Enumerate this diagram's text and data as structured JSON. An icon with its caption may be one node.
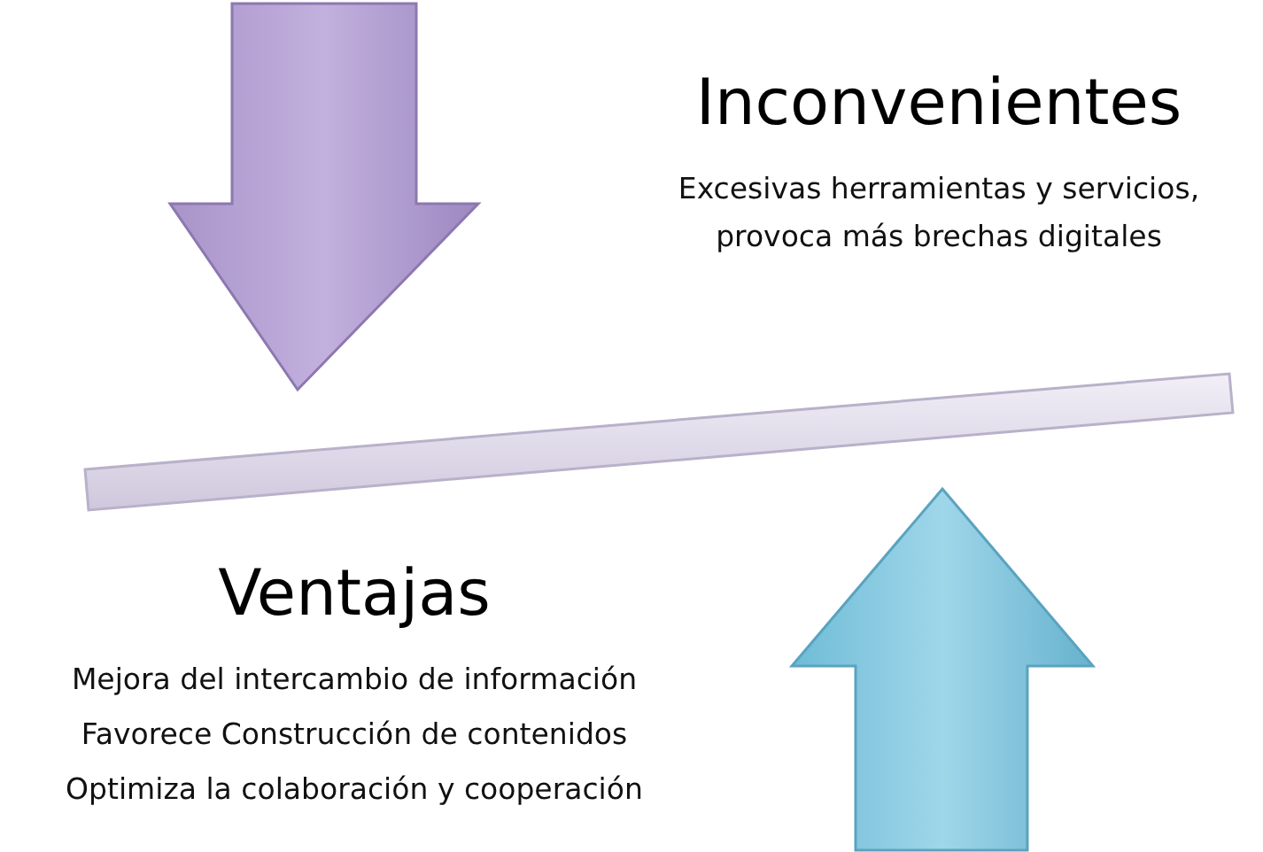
{
  "diagram": {
    "nodes": [
      {
        "text": [
          "Inconvenientes",
          "Excesivas herramientas y servicios, provoca más brechas digitales"
        ]
      },
      {
        "text": [
          "Ventajas",
          "Mejora del intercambio de información",
          "Favorece Construcción de contenidos",
          "Optimiza la colaboración y cooperación"
        ]
      }
    ]
  }
}
